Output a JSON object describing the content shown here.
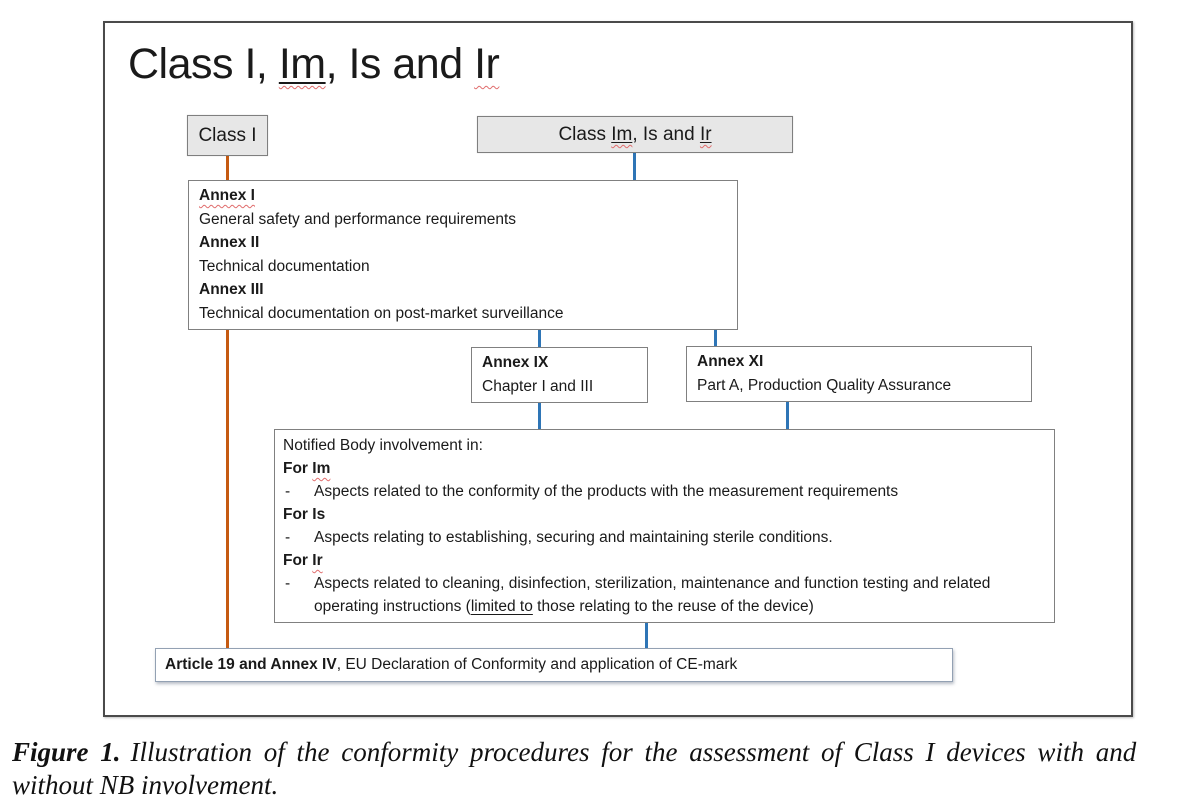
{
  "figure": {
    "title": {
      "seg_plain1": "Class I, ",
      "seg_im": "Im",
      "seg_plain2": ", Is and ",
      "seg_ir": "Ir"
    },
    "boxes": {
      "class_i": {
        "label": "Class I"
      },
      "class_im_is_ir": {
        "seg_plain1": "Class ",
        "seg_im": "Im",
        "seg_plain2": ", Is and ",
        "seg_ir": "Ir"
      },
      "annex_general": {
        "heading1": "Annex I",
        "text1": "General safety and performance requirements",
        "heading2": "Annex II",
        "text2": "Technical documentation",
        "heading3": "Annex III",
        "text3": "Technical documentation on post-market surveillance"
      },
      "annex_ix": {
        "heading": "Annex IX",
        "text": "Chapter I and III"
      },
      "annex_xi": {
        "heading": "Annex XI",
        "text": "Part A, Production Quality Assurance"
      },
      "notified_body": {
        "intro": "Notified Body involvement in:",
        "bullet_dash": "-",
        "for_im_prefix": "For ",
        "for_im": "Im",
        "im_bullet": "Aspects related to the conformity of the products with the measurement requirements",
        "for_is": "For Is",
        "is_bullet": "Aspects relating to establishing, securing and maintaining sterile conditions.",
        "for_ir_prefix": "For ",
        "for_ir": "Ir",
        "ir_bullet_part1": "Aspects related to cleaning, disinfection, sterilization, maintenance and function testing and related operating instructions (",
        "ir_bullet_underlined": "limited to",
        "ir_bullet_part2": " those relating to the reuse of the device)"
      },
      "article": {
        "bold": "Article 19 and Annex IV",
        "rest": ", EU Declaration of Conformity and application of CE-mark"
      }
    },
    "colors": {
      "class_i_connector": "#C55A11",
      "nb_connector": "#2E75B6",
      "gray_box_fill": "#E7E7E7",
      "spellcheck_squiggle": "#E06C6C"
    }
  },
  "caption": {
    "label": "Figure 1.",
    "line1_rest": "Illustration of the conformity procedures for the assessment of Class I devices with and",
    "line2": "without NB involvement."
  }
}
